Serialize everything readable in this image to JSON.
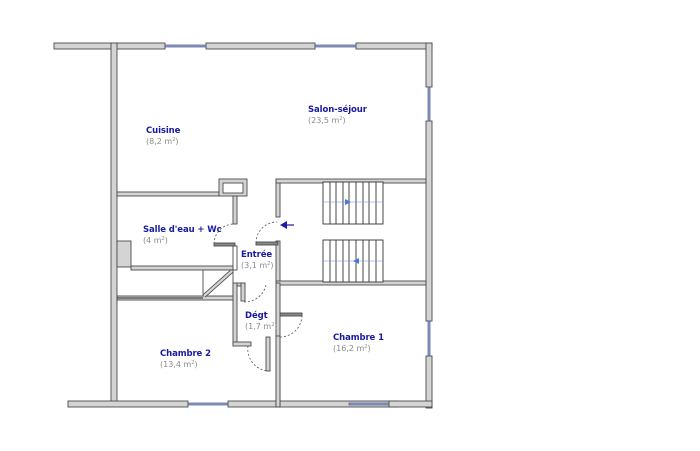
{
  "plan": {
    "colors": {
      "wall_fill": "#d4d4d4",
      "wall_stroke": "#4a4a4a",
      "window": "#9aa6c8",
      "window_stroke": "#4a5690",
      "label": "#1a1aa0",
      "area": "#8a8a8a",
      "stair_arrow": "#4a7ad8",
      "entry_arrow": "#1a1ab0"
    },
    "rooms": [
      {
        "id": "cuisine",
        "name": "Cuisine",
        "area": "(8,2 m",
        "area_unit_exp": "2",
        "area_close": ")"
      },
      {
        "id": "salon",
        "name": "Salon-séjour",
        "area": "(23,5 m",
        "area_unit_exp": "2",
        "area_close": ")"
      },
      {
        "id": "salle-eau",
        "name": "Salle d'eau + Wc",
        "area": "(4 m",
        "area_unit_exp": "2",
        "area_close": ")"
      },
      {
        "id": "entree",
        "name": "Entrée",
        "area": "(3,1 m",
        "area_unit_exp": "2",
        "area_close": ")"
      },
      {
        "id": "degt",
        "name": "Dégt",
        "area": "(1,7 m",
        "area_unit_exp": "2",
        "area_close": ")"
      },
      {
        "id": "chambre2",
        "name": "Chambre 2",
        "area": "(13,4 m",
        "area_unit_exp": "2",
        "area_close": ")"
      },
      {
        "id": "chambre1",
        "name": "Chambre 1",
        "area": "(16,2 m",
        "area_unit_exp": "2",
        "area_close": ")"
      }
    ],
    "icons": {
      "entry_arrow": "arrow-left-icon",
      "stair_up_arrow": "arrow-right-icon",
      "stair_down_arrow": "arrow-left-icon"
    }
  }
}
